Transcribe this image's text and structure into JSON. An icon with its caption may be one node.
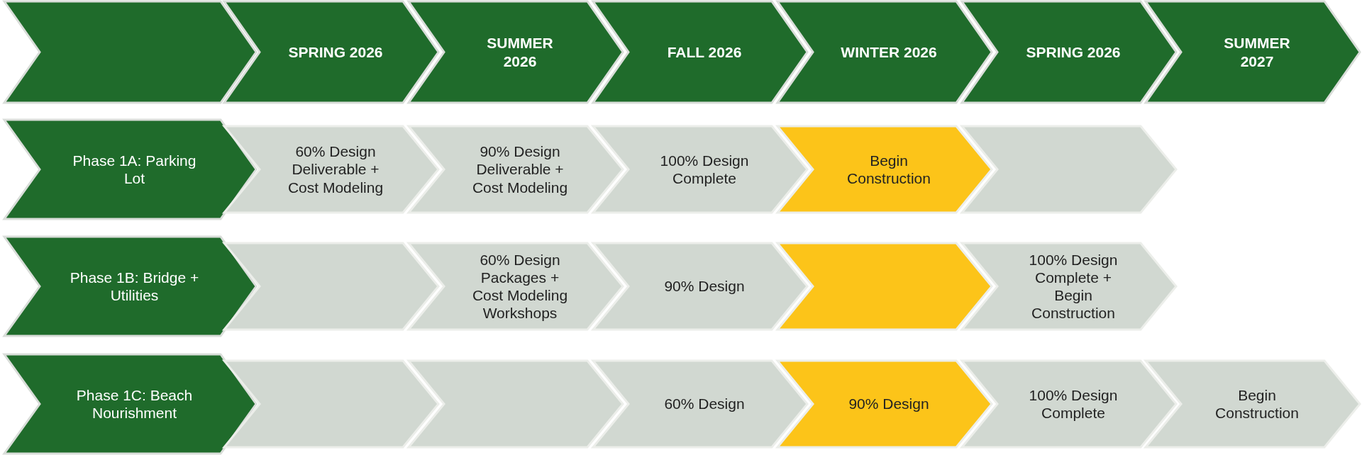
{
  "diagram": {
    "nodes": [
      {
        "text": [],
        "shape": "chevron"
      },
      {
        "text": [
          "SPRING 2026"
        ]
      },
      {
        "text": [
          "SUMMER 2026"
        ]
      },
      {
        "text": [
          "FALL 2026"
        ]
      },
      {
        "text": [
          "WINTER 2026"
        ]
      },
      {
        "text": [
          "SPRING 2026"
        ]
      },
      {
        "text": [
          "SUMMER 2027"
        ]
      },
      {
        "text": [
          "Phase 1A: Parking Lot"
        ]
      },
      {
        "text": [
          "60% Design Deliverable + Cost Modeling"
        ]
      },
      {
        "text": [
          "90% Design Deliverable + Cost Modeling"
        ]
      },
      {
        "text": [
          "100% Design Complete"
        ]
      },
      {
        "text": [
          "Begin Construction"
        ]
      },
      {
        "text": [],
        "shape": "chevron"
      },
      {
        "text": [
          "Phase 1B: Bridge + Utilities"
        ]
      },
      {
        "text": [],
        "shape": "chevron"
      },
      {
        "text": [
          "60% Design Packages + Cost Modeling Workshops"
        ]
      },
      {
        "text": [
          "90% Design"
        ]
      },
      {
        "text": [],
        "shape": "chevron"
      },
      {
        "text": [
          "100% Design Complete + Begin Construction"
        ]
      },
      {
        "text": [
          "Phase 1C: Beach Nourishment"
        ]
      },
      {
        "text": [],
        "shape": "chevron"
      },
      {
        "text": [],
        "shape": "chevron"
      },
      {
        "text": [
          "60% Design"
        ]
      },
      {
        "text": [
          "90% Design"
        ]
      },
      {
        "text": [
          "100% Design Complete"
        ]
      },
      {
        "text": [
          "Begin Construction"
        ]
      }
    ]
  }
}
